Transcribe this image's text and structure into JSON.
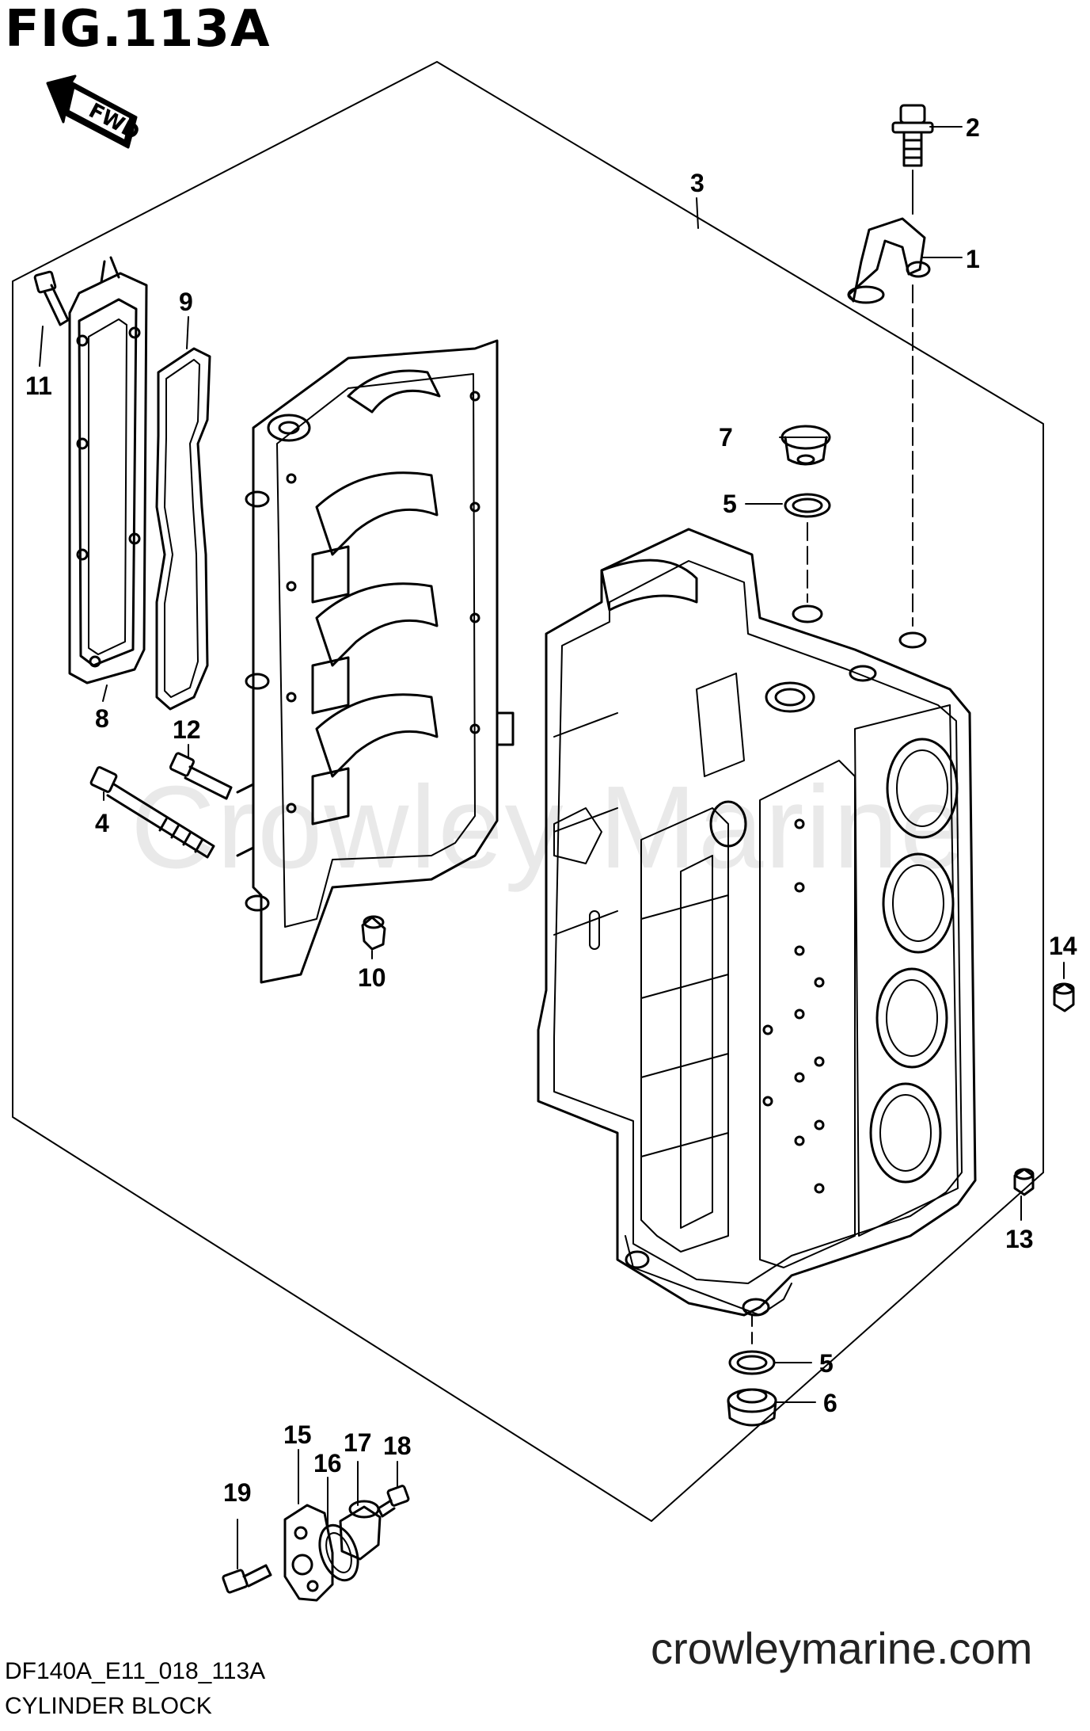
{
  "figure": {
    "title": "FIG.113A",
    "code": "DF140A_E11_018_113A",
    "name": "CYLINDER BLOCK",
    "website": "crowleymarine.com",
    "watermark": "Crowley Marine",
    "direction_label": "FWD"
  },
  "callouts": [
    {
      "id": "1",
      "label": "1"
    },
    {
      "id": "2",
      "label": "2"
    },
    {
      "id": "3",
      "label": "3"
    },
    {
      "id": "4",
      "label": "4"
    },
    {
      "id": "5a",
      "label": "5"
    },
    {
      "id": "5b",
      "label": "5"
    },
    {
      "id": "6",
      "label": "6"
    },
    {
      "id": "7",
      "label": "7"
    },
    {
      "id": "8",
      "label": "8"
    },
    {
      "id": "9",
      "label": "9"
    },
    {
      "id": "10",
      "label": "10"
    },
    {
      "id": "11",
      "label": "11"
    },
    {
      "id": "12",
      "label": "12"
    },
    {
      "id": "13",
      "label": "13"
    },
    {
      "id": "14",
      "label": "14"
    },
    {
      "id": "15",
      "label": "15"
    },
    {
      "id": "16",
      "label": "16"
    },
    {
      "id": "17",
      "label": "17"
    },
    {
      "id": "18",
      "label": "18"
    },
    {
      "id": "19",
      "label": "19"
    }
  ]
}
